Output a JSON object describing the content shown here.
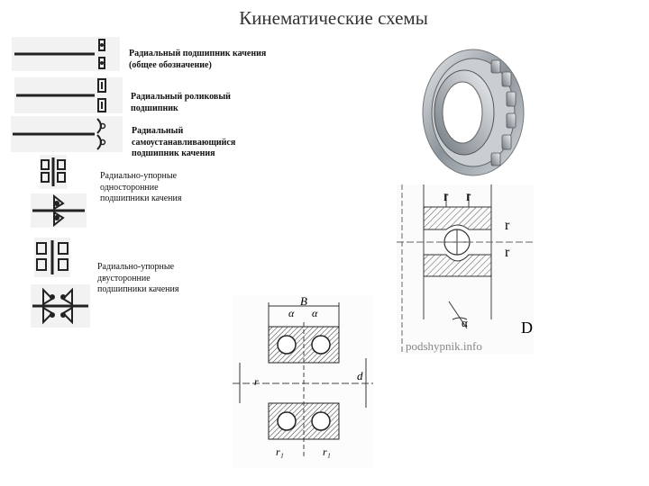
{
  "title": "Кинематические схемы",
  "labels": {
    "l1": "Радиальный подшипник качения (общее обозначение)",
    "l2": "Радиальный роликовый подшипник",
    "l3": "Радиальный самоустанавливающийся подшипник качения",
    "l4": "Радиально-упорные односторонние подшипники качения",
    "l5": "Радиально-упорные двусторонние подшипники качения"
  },
  "drawing_marks": {
    "B": "B",
    "alpha": "α",
    "r": "r",
    "d": "d",
    "D": "D",
    "r1": "r₁",
    "watermark": "podshypnik.info"
  }
}
